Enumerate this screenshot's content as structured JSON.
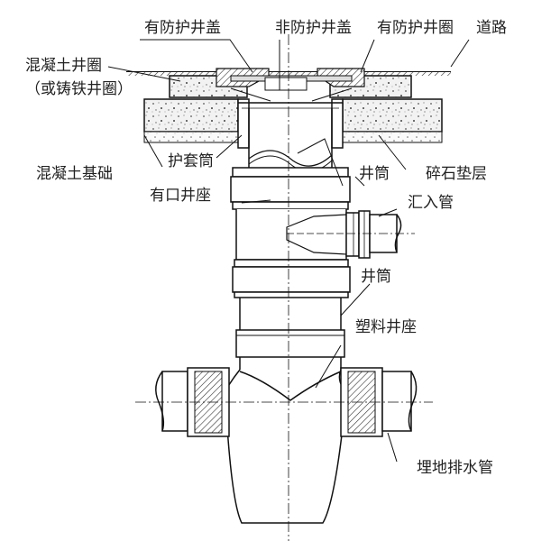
{
  "diagram": {
    "labels": {
      "cover_protected": "有防护井盖",
      "cover_unprotected": "非防护井盖",
      "ring_protected": "有防护井圈",
      "road": "道路",
      "concrete_ring_line1": "混凝土井圈",
      "concrete_ring_line2": "（或铸铁井圈）",
      "sleeve": "护套筒",
      "concrete_base": "混凝土基础",
      "shaft_upper": "井筒",
      "gravel_layer": "碎石垫层",
      "seat_with_inlet": "有口井座",
      "inlet_pipe": "汇入管",
      "shaft_lower": "井筒",
      "plastic_seat": "塑料井座",
      "drain_pipe": "埋地排水管"
    }
  }
}
